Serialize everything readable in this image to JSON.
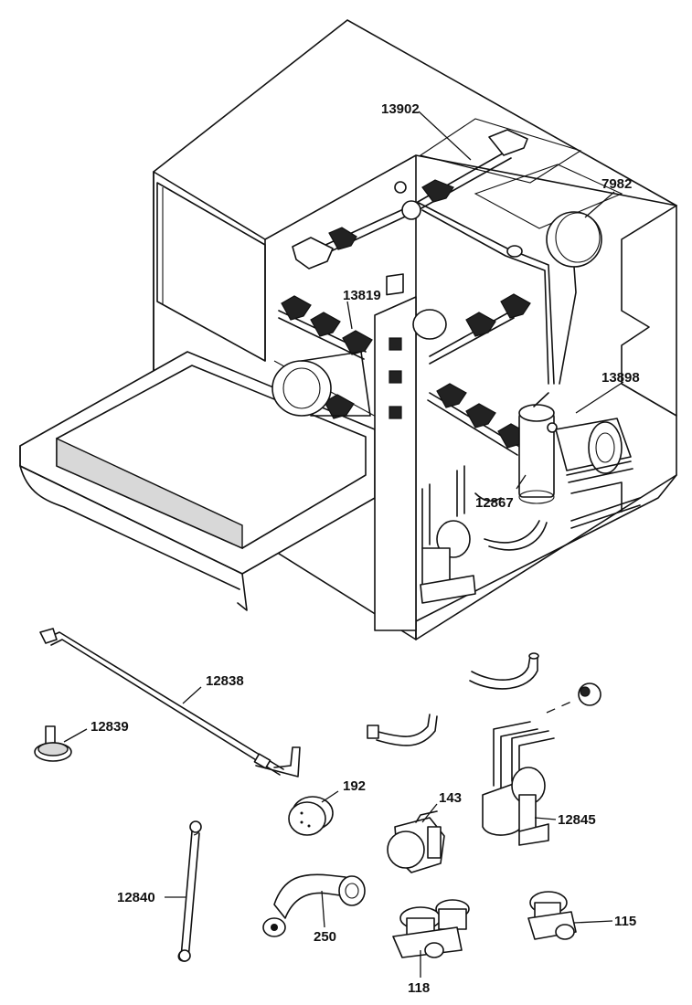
{
  "diagram": {
    "parts": [
      {
        "id": "13902",
        "label": "13902"
      },
      {
        "id": "7982",
        "label": "7982"
      },
      {
        "id": "13819",
        "label": "13819"
      },
      {
        "id": "13898",
        "label": "13898"
      },
      {
        "id": "12867",
        "label": "12867"
      },
      {
        "id": "12838",
        "label": "12838"
      },
      {
        "id": "12839",
        "label": "12839"
      },
      {
        "id": "192",
        "label": "192"
      },
      {
        "id": "143",
        "label": "143"
      },
      {
        "id": "12845",
        "label": "12845"
      },
      {
        "id": "12840",
        "label": "12840"
      },
      {
        "id": "250",
        "label": "250"
      },
      {
        "id": "115",
        "label": "115"
      },
      {
        "id": "118",
        "label": "118"
      }
    ]
  }
}
